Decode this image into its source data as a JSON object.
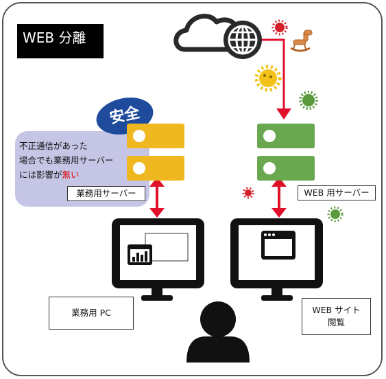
{
  "title": "WEB 分離",
  "badge": "安全",
  "note": {
    "line1": "不正通信があった",
    "line2": "場合でも業務用サーバー",
    "line3_prefix": "には影響が",
    "line3_red": "無い"
  },
  "labels": {
    "business_server": "業務用サーバー",
    "web_server": "WEB 用サーバー",
    "business_pc": "業務用 PC",
    "web_browse_line1": "WEB サイト",
    "web_browse_line2": "閲覧"
  },
  "colors": {
    "badge": "#1f4b9c",
    "note_bg": "#c5c5e6",
    "business_server": "#f0b820",
    "web_server": "#6aa84f",
    "arrow": "#e0102a",
    "virus_red": "#d6202a",
    "virus_yellow": "#f2c21a",
    "virus_green": "#5b9a3c"
  },
  "icons": [
    "cloud-icon",
    "globe-icon",
    "virus-icon",
    "rocking-horse-icon",
    "monitor-icon",
    "chart-window-icon",
    "browser-window-icon",
    "user-icon"
  ]
}
